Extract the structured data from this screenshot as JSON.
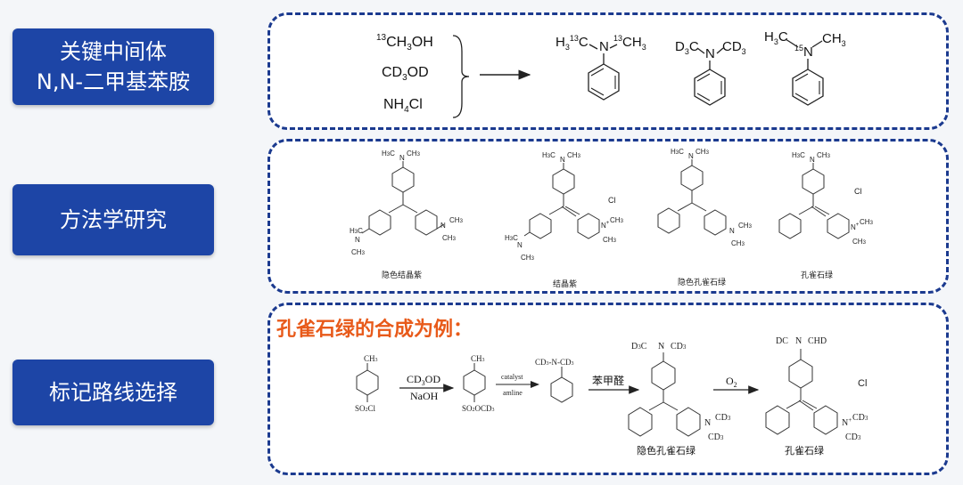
{
  "labels": {
    "intermediate_line1": "关键中间体",
    "intermediate_line2": "N,N-二甲基苯胺",
    "methodology": "方法学研究",
    "route": "标记路线选择"
  },
  "panel1": {
    "reagents": [
      "13CH3OH",
      "CD3OD",
      "NH4Cl"
    ],
    "products": [
      "H3 13C-N-13CH3",
      "D3C-N-CD3",
      "H3C-15N-CH3"
    ]
  },
  "panel2": {
    "captions": [
      "隐色结晶紫",
      "结晶紫",
      "隐色孔雀石绿",
      "孔雀石绿"
    ],
    "chloride": "Cl"
  },
  "panel3": {
    "headline": "孔雀石绿的合成为例：",
    "reagent1_top": "CD3OD",
    "reagent1_bottom": "NaOH",
    "reagent2_top": "catalyst",
    "reagent2_bottom": "amline",
    "reagent3": "苯甲醛",
    "reagent4": "O2",
    "caption_leuco": "隐色孔雀石绿",
    "caption_mg": "孔雀石绿",
    "chloride": "Cl"
  },
  "colors": {
    "label_bg": "#1d45a6",
    "panel_border": "#1b3a8f",
    "headline": "#e85a1a"
  }
}
